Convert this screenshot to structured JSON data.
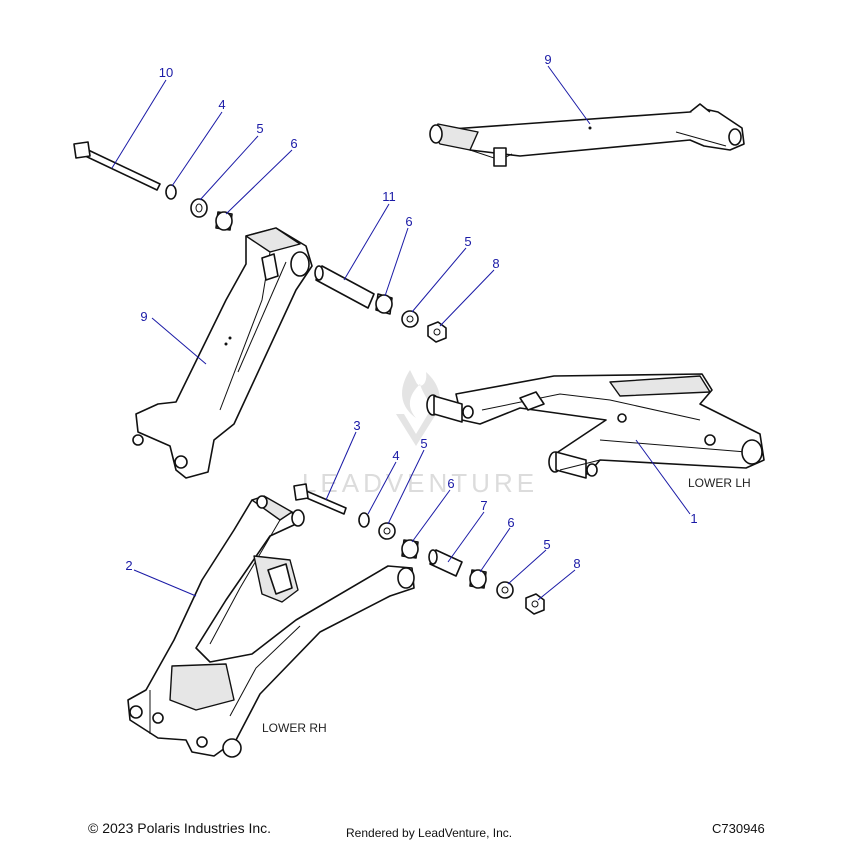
{
  "callouts": {
    "c10": "10",
    "c4a": "4",
    "c5a": "5",
    "c6a": "6",
    "c9a": "9",
    "c11": "11",
    "c6b": "6",
    "c5b": "5",
    "c8a": "8",
    "c9b": "9",
    "c3": "3",
    "c4b": "4",
    "c5c": "5",
    "c6c": "6",
    "c7": "7",
    "c6d": "6",
    "c5d": "5",
    "c8b": "8",
    "c1": "1",
    "c2": "2"
  },
  "labels": {
    "lower_lh": "LOWER LH",
    "lower_rh": "LOWER RH"
  },
  "watermark": "LEADVENTURE",
  "footer": {
    "copyright": "© 2023 Polaris Industries Inc.",
    "rendered_by": "Rendered by LeadVenture, Inc.",
    "diagram_id": "C730946"
  }
}
